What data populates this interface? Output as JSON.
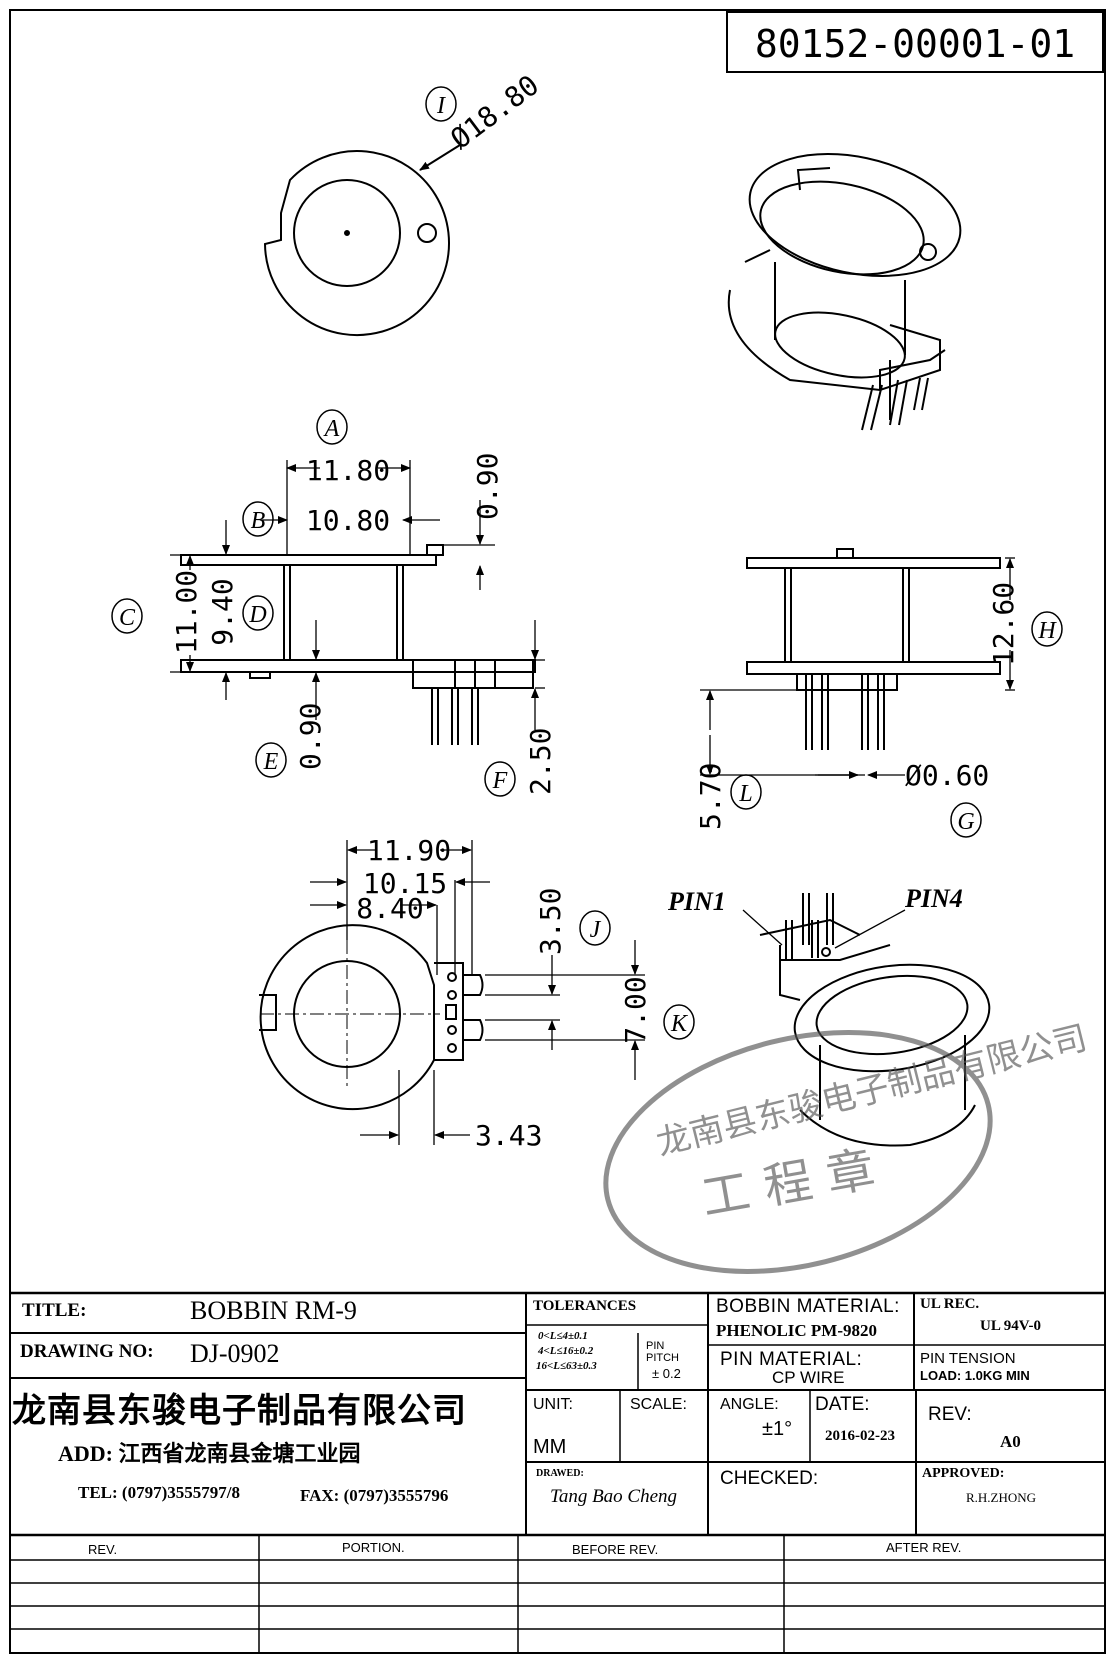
{
  "doc_number": "80152-00001-01",
  "views": {
    "top": {
      "callout": "I",
      "dim_diameter": "Ø18.80"
    },
    "front": {
      "callouts": {
        "A": "A",
        "B": "B",
        "C": "C",
        "D": "D",
        "E": "E",
        "F": "F"
      },
      "dim_11_80": "11.80",
      "dim_10_80": "10.80",
      "dim_0_90_top": "0.90",
      "dim_11_00": "11.00",
      "dim_9_40": "9.40",
      "dim_0_90_bottom": "0.90",
      "dim_2_50": "2.50"
    },
    "side": {
      "callouts": {
        "H": "H",
        "L": "L",
        "G": "G"
      },
      "dim_12_60": "12.60",
      "dim_5_70": "5.70",
      "dim_pin_dia": "Ø0.60"
    },
    "bottom": {
      "callouts": {
        "J": "J",
        "K": "K"
      },
      "dim_11_90": "11.90",
      "dim_10_15": "10.15",
      "dim_8_40": "8.40",
      "dim_3_50": "3.50",
      "dim_7_00": "7.00",
      "dim_3_43": "3.43"
    },
    "iso_pins": {
      "pin1": "PIN1",
      "pin4": "PIN4"
    }
  },
  "stamp": {
    "ring_text": "龙南县东骏电子制品有限公司",
    "center_text": "工 程 章"
  },
  "title_block": {
    "title_label": "TITLE:",
    "title_value": "BOBBIN RM-9",
    "drawing_no_label": "DRAWING NO:",
    "drawing_no_value": "DJ-0902",
    "company": "龙南县东骏电子制品有限公司",
    "address": "ADD: 江西省龙南县金塘工业园",
    "tel": "TEL: (0797)3555797/8",
    "fax": "FAX: (0797)3555796",
    "tolerances_label": "TOLERANCES",
    "tol_line1": "0<L≤4±0.1",
    "tol_line2": "4<L≤16±0.2",
    "tol_line3": "16<L≤63±0.3",
    "pin_pitch_label": "PIN PITCH",
    "pin_pitch_value": "± 0.2",
    "unit_label": "UNIT:",
    "unit_value": "MM",
    "scale_label": "SCALE:",
    "drawed_label": "DRAWED:",
    "drawed_value": "Tang Bao Cheng",
    "bobbin_material_label": "BOBBIN MATERIAL:",
    "bobbin_material_value": "PHENOLIC  PM-9820",
    "ul_label": "UL REC.",
    "ul_value": "UL  94V-0",
    "pin_material_label": "PIN MATERIAL:",
    "pin_material_value": "CP WIRE",
    "pin_tension_label": "PIN TENSION",
    "pin_tension_value": "LOAD:  1.0KG MIN",
    "angle_label": "ANGLE:",
    "angle_value": "±1°",
    "date_label": "DATE:",
    "date_value": "2016-02-23",
    "rev_label": "REV:",
    "rev_value": "A0",
    "checked_label": "CHECKED:",
    "approved_label": "APPROVED:",
    "approved_value": "R.H.ZHONG"
  },
  "revision_table": {
    "headers": [
      "REV.",
      "PORTION.",
      "BEFORE REV.",
      "AFTER REV."
    ]
  }
}
